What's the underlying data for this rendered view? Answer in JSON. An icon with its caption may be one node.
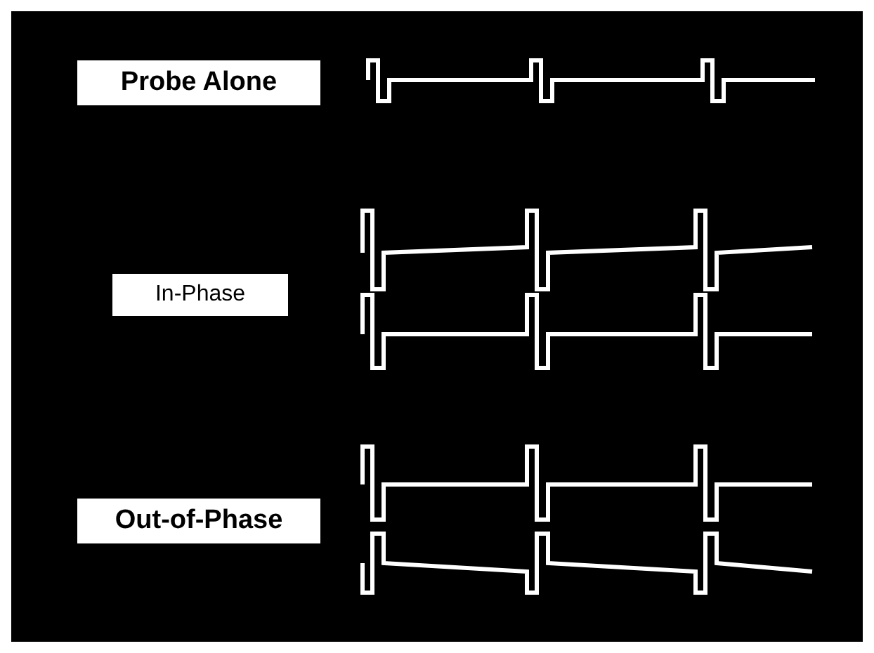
{
  "diagram": {
    "labels": [
      "Probe Alone",
      "In-Phase",
      "Out-of-Phase"
    ]
  }
}
